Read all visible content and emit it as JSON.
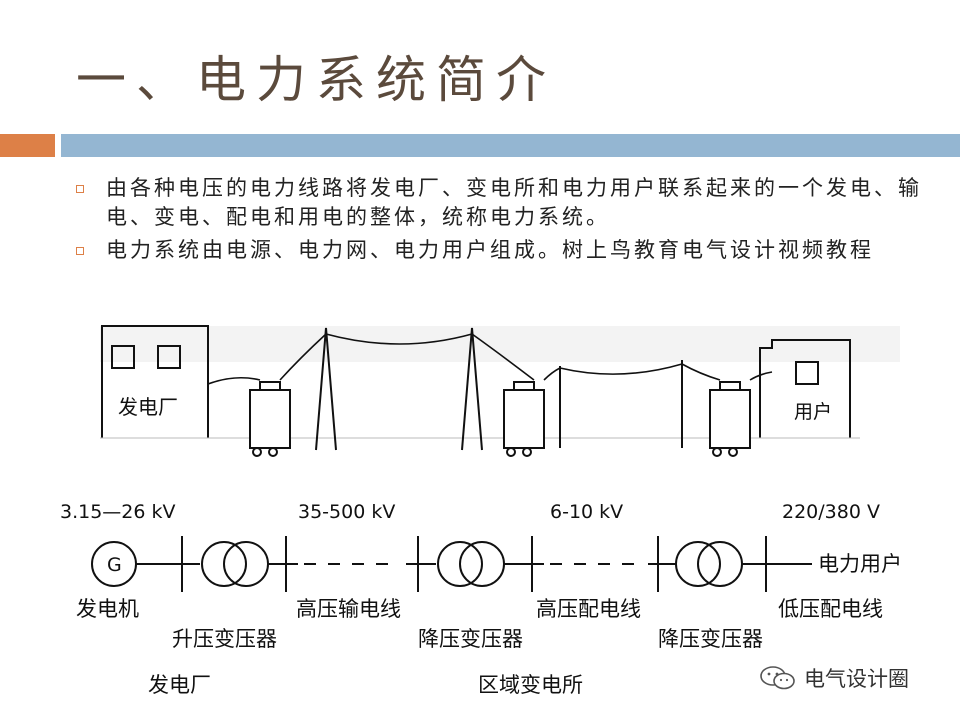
{
  "slide": {
    "title": "一、电力系统简介",
    "bullets": [
      "由各种电压的电力线路将发电厂、变电所和电力用户联系起来的一个发电、输电、变电、配电和用电的整体，统称电力系统。",
      "电力系统由电源、电力网、电力用户组成。树上鸟教育电气设计视频教程"
    ]
  },
  "diagram": {
    "top_labels": {
      "plant": "发电厂",
      "user": "用户"
    },
    "voltages": [
      "3.15—26 kV",
      "35-500 kV",
      "6-10 kV",
      "220/380 V"
    ],
    "generator_symbol": "G",
    "end_label": "电力用户",
    "bottom_labels": {
      "generator": "发电机",
      "step_up": "升压变压器",
      "power_plant": "发电厂",
      "hv_line": "高压输电线",
      "step_down_1": "降压变压器",
      "regional_substation": "区域变电所",
      "hv_distribution": "高压配电线",
      "step_down_2": "降压变压器",
      "lv_distribution": "低压配电线"
    }
  },
  "watermark": {
    "text": "电气设计圈",
    "icon": "wechat-icon"
  },
  "colors": {
    "accent_orange": "#dd8047",
    "accent_blue": "#94b6d2",
    "title": "#5b4a3c"
  }
}
